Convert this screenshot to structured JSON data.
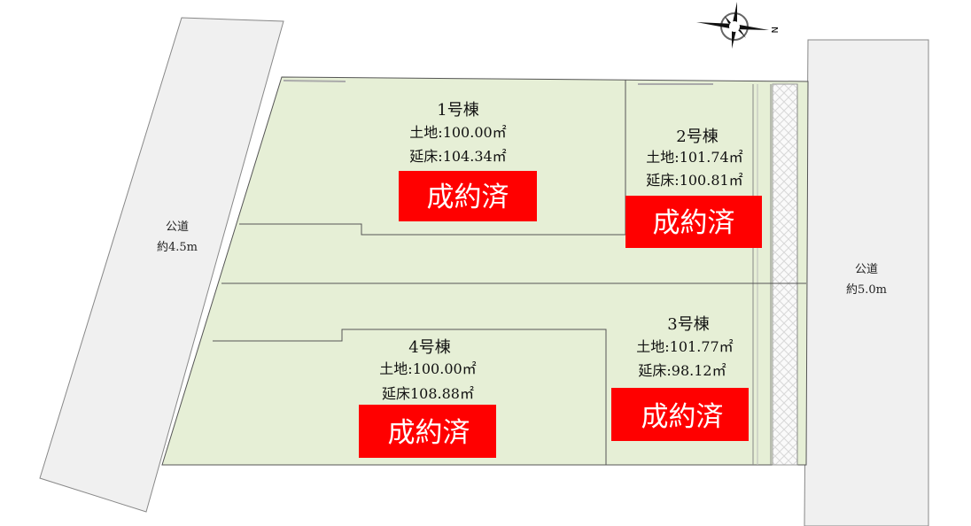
{
  "compass": {
    "north_label": "N"
  },
  "roads": [
    {
      "name": "公道",
      "width": "約4.5m"
    },
    {
      "name": "公道",
      "width": "約5.0m"
    }
  ],
  "lots": [
    {
      "name": "1号棟",
      "land": "土地:100.00㎡",
      "floor": "延床:104.34㎡",
      "status": "成約済"
    },
    {
      "name": "2号棟",
      "land": "土地:101.74㎡",
      "floor": "延床:100.81㎡",
      "status": "成約済"
    },
    {
      "name": "3号棟",
      "land": "土地:101.77㎡",
      "floor": "延床:98.12㎡",
      "status": "成約済"
    },
    {
      "name": "4号棟",
      "land": "土地:100.00㎡",
      "floor": "延床108.88㎡",
      "status": "成約済"
    }
  ],
  "colors": {
    "lot_fill": "#e6efd6",
    "badge": "#ff0000",
    "road": "#f0f0f0"
  }
}
